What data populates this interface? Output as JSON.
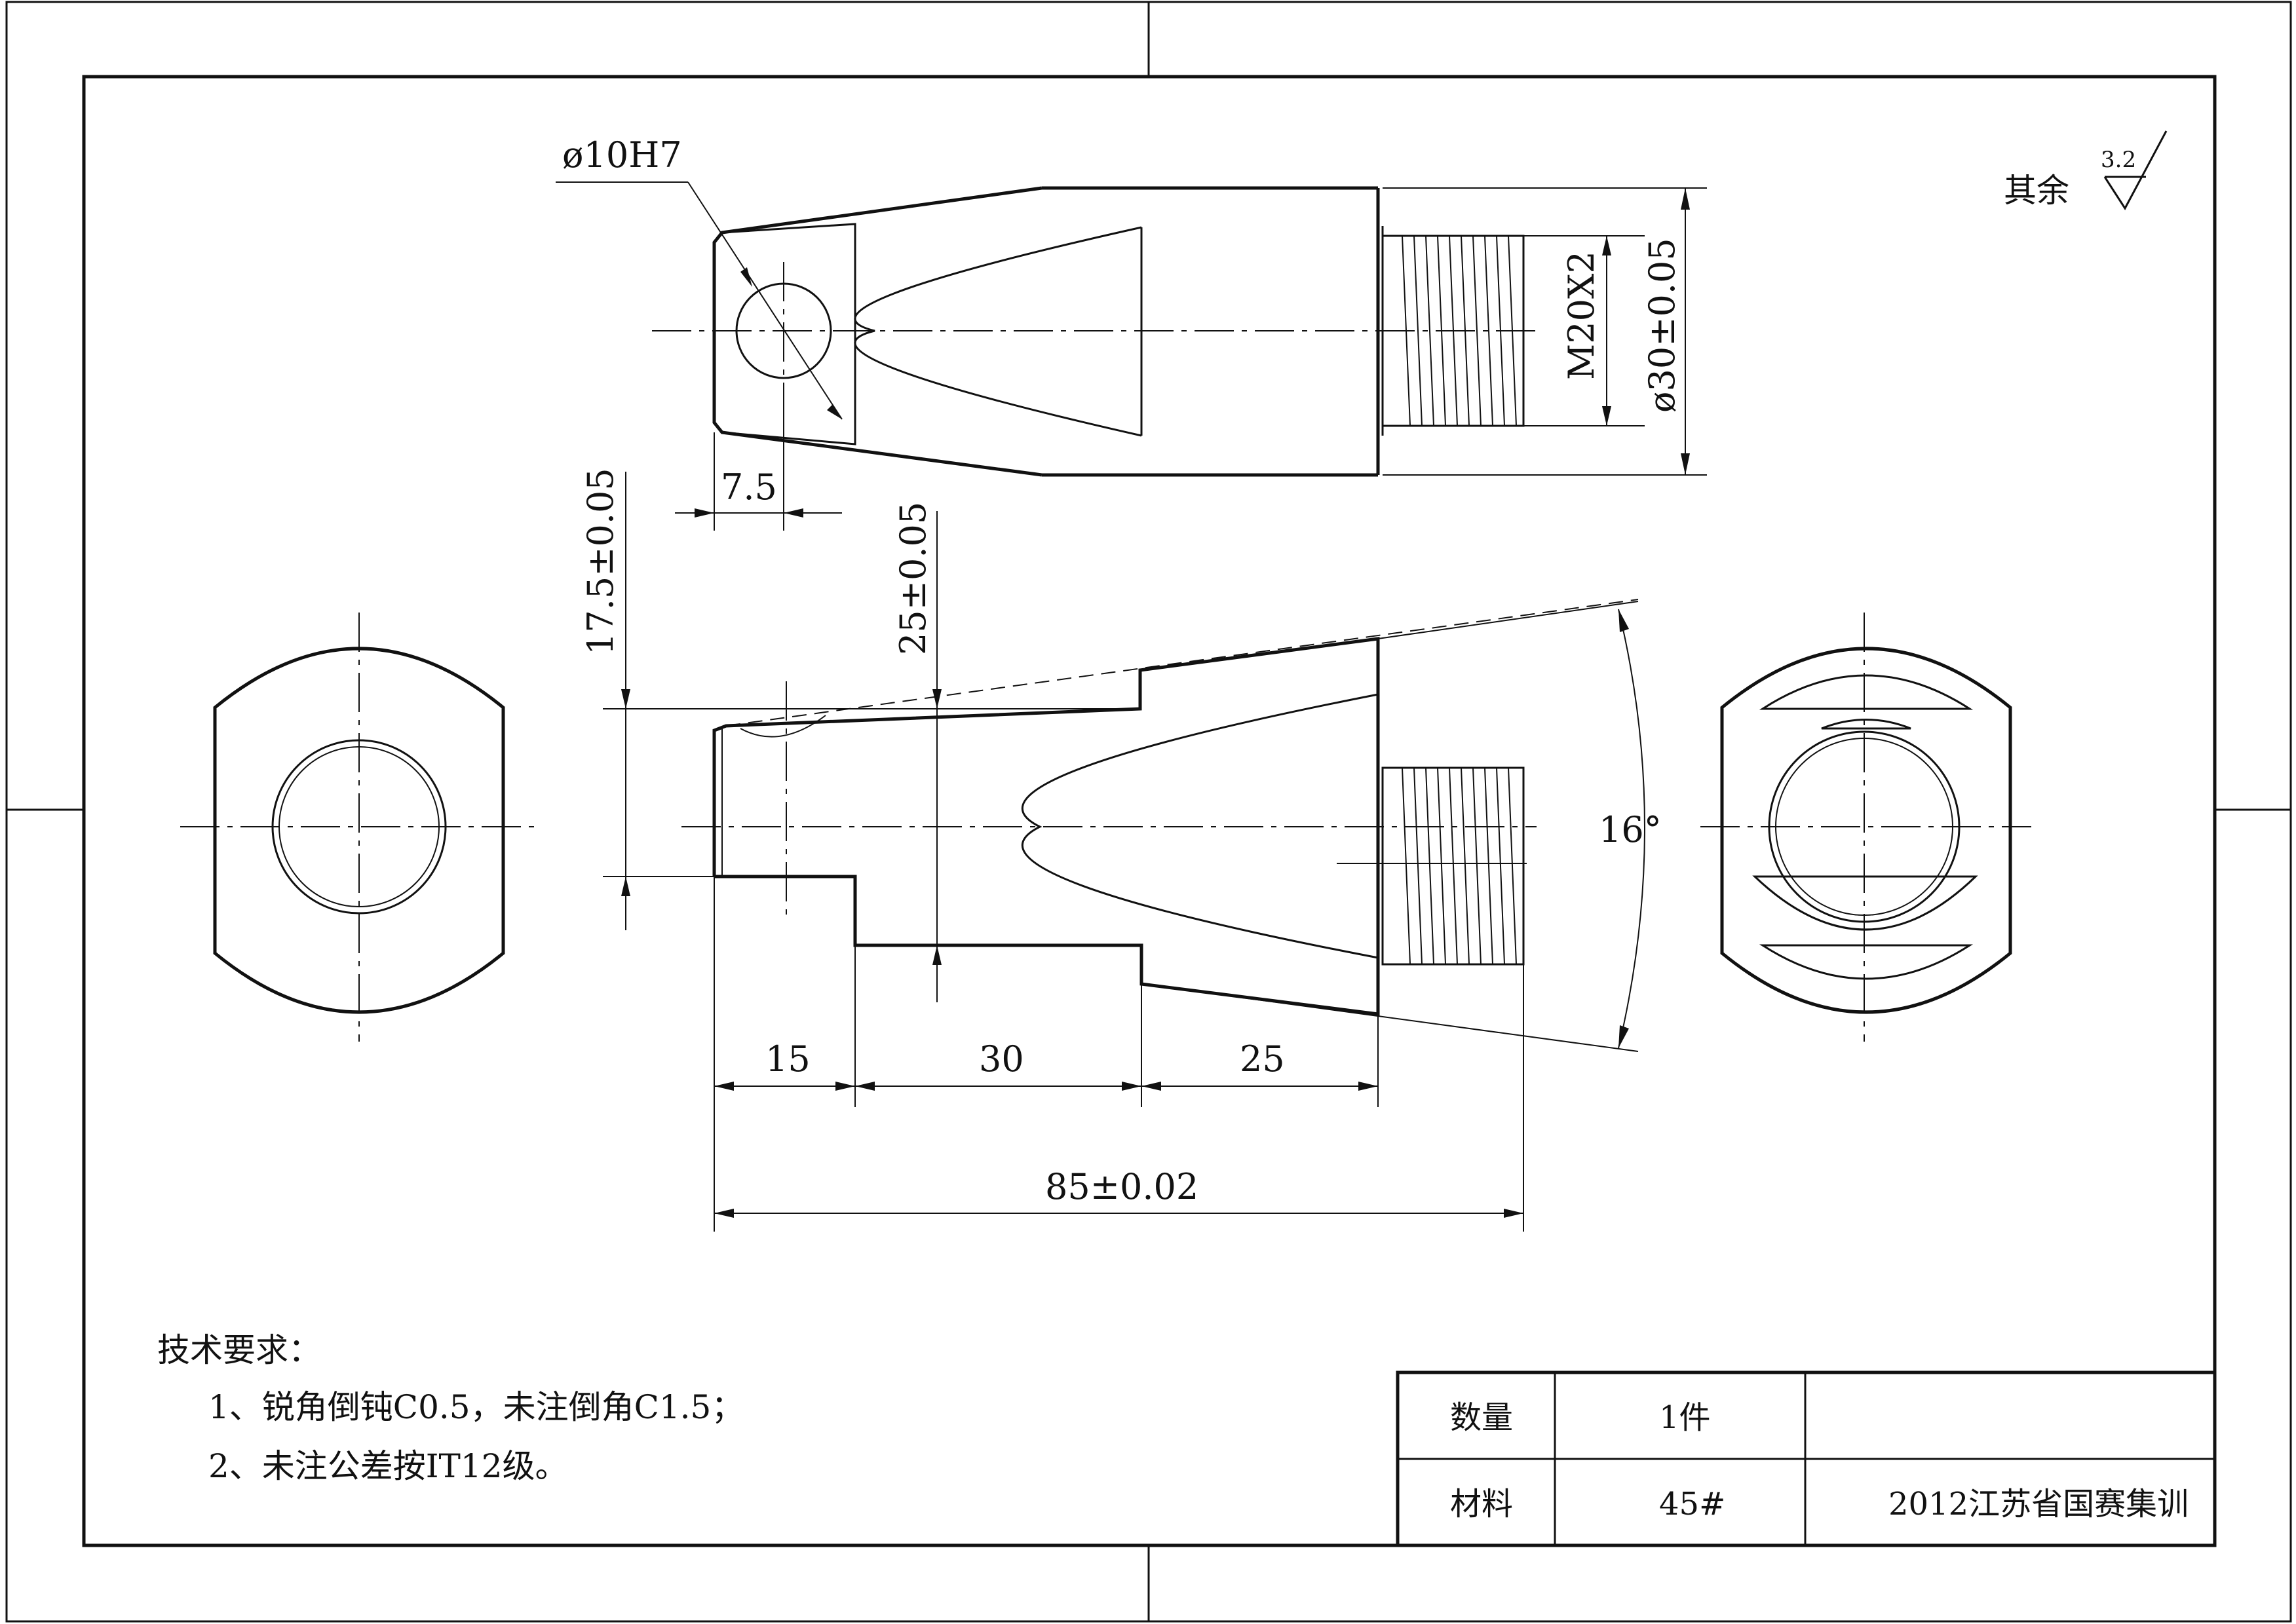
{
  "dimensions": {
    "hole_dia": "ø10H7",
    "width_7_5": "7.5",
    "thread": "M20X2",
    "dia_30": "ø30±0.05",
    "height_17_5": "17.5±0.05",
    "height_25": "25±0.05",
    "angle": "16°",
    "len_15": "15",
    "len_30": "30",
    "len_25": "25",
    "total_len": "85±0.02"
  },
  "surface_finish": {
    "label": "其余",
    "roughness": "3.2"
  },
  "notes": {
    "title": "技术要求：",
    "items": [
      "1、锐角倒钝C0.5，未注倒角C1.5；",
      "2、未注公差按IT12级。"
    ]
  },
  "title_block": {
    "qty_label": "数量",
    "qty_value": "1件",
    "material_label": "材料",
    "material_value": "45#",
    "project": "2012江苏省国赛集训"
  }
}
